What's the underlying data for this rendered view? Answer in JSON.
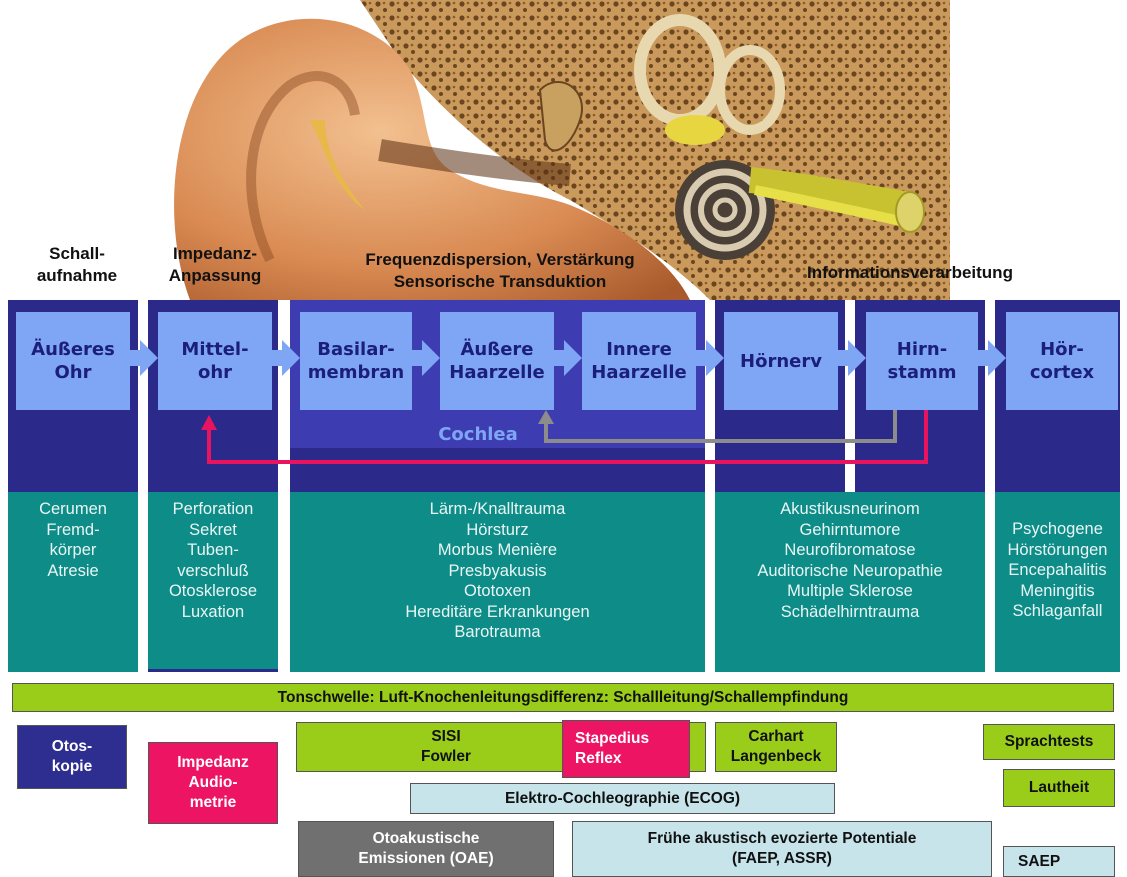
{
  "stages": {
    "schall": "Schall-\naufnahme",
    "impedanz": "Impedanz-\nAnpassung",
    "frequenz": "Frequenzdispersion, Verstärkung\nSensorische Transduktion",
    "info": "Informationsverarbeitung"
  },
  "nodes": {
    "aeusseres_ohr": "Äußeres\nOhr",
    "mittelohr": "Mittel-\nohr",
    "basilarmembran": "Basilar-\nmembran",
    "aeussere_haarzelle": "Äußere\nHaarzelle",
    "innere_haarzelle": "Innere\nHaarzelle",
    "hoernerv": "Hörnerv",
    "hirnstamm": "Hirn-\nstamm",
    "hoercortex": "Hör-\ncortex"
  },
  "cochlea_label": "Cochlea",
  "disorders": {
    "col1": "Cerumen\nFremd-\nkörper\nAtresie",
    "col2": "Perforation\nSekret\nTuben-\nverschluß\nOtosklerose\nLuxation",
    "col3": "Lärm-/Knalltrauma\nHörsturz\nMorbus Menière\nPresbyakusis\nOtotoxen\nHereditäre Erkrankungen\nBarotrauma",
    "col4": "Akustikusneurinom\nGehirntumore\nNeurofibromatose\nAuditorische Neuropathie\nMultiple Sklerose\nSchädelhirntrauma",
    "col5": "Psychogene\nHörstörungen\nEncepahalitis\nMeningitis\nSchlaganfall"
  },
  "tests": {
    "tonschwelle": "Tonschwelle: Luft-Knochenleitungsdifferenz: Schallleitung/Schallempfindung",
    "otoskopie": "Otos-\nkopie",
    "impedanz": "Impedanz\nAudio-\nmetrie",
    "sisi": "SISI\nFowler",
    "stapedius": "Stapedius\nReflex",
    "carhart": "Carhart\nLangenbeck",
    "sprachtests": "Sprachtests",
    "lautheit": "Lautheit",
    "ecog": "Elektro-Cochleographie (ECOG)",
    "oae": "Otoakustische\nEmissionen (OAE)",
    "faep": "Frühe akustisch evozierte Potentiale\n(FAEP, ASSR)",
    "saep": "SAEP"
  },
  "colors": {
    "band": "#2b2a8a",
    "node": "#7fa6f4",
    "teal": "#0e8c87",
    "green": "#9acd1a",
    "pink": "#ec1463",
    "light_blue": "#c6e4ea",
    "grey_box": "#707070",
    "feedback_arrow_red": "#e8145f",
    "feedback_arrow_grey": "#8c8c8c"
  }
}
